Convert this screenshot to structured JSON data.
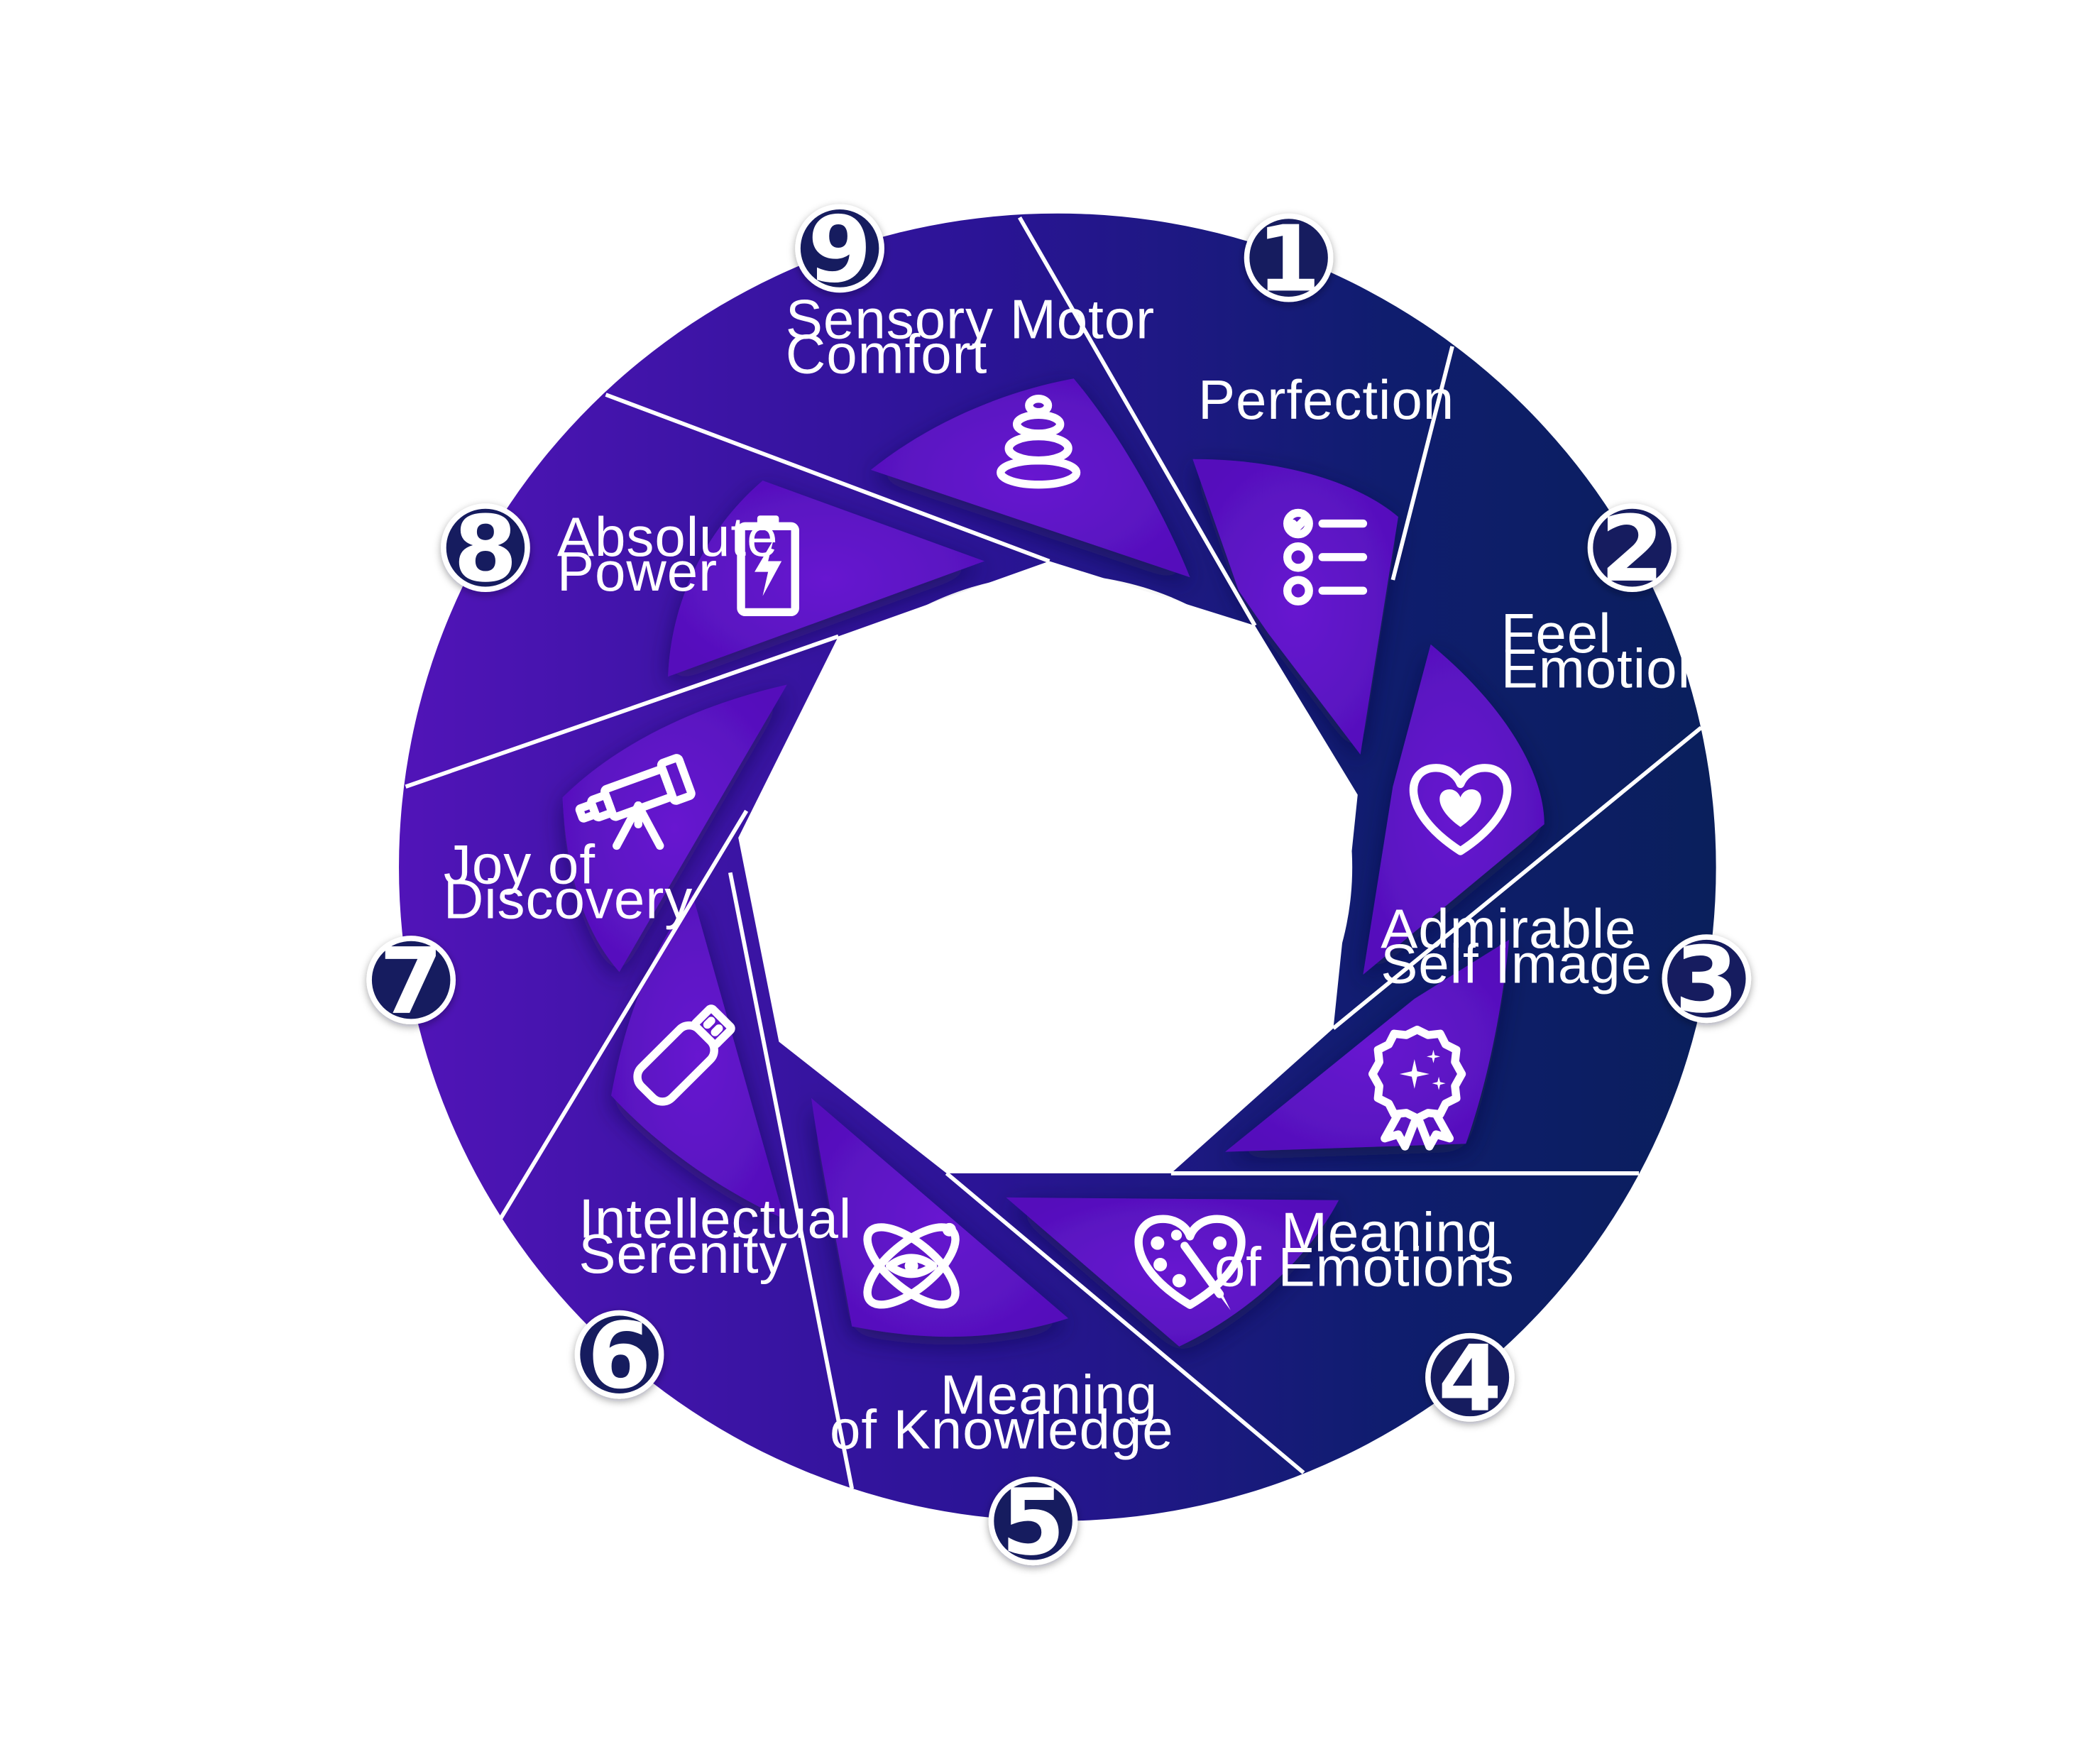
{
  "colors": {
    "background": "#ffffff",
    "ring_dark": "#0c1f66",
    "ring_mid": "#2a1495",
    "ring_light": "#4d14b4",
    "blade": "#5c12c6",
    "badge": "#161c5f"
  },
  "segments": [
    {
      "number": "1",
      "label_lines": [
        "Perfection"
      ],
      "icon": "checklist-icon"
    },
    {
      "number": "2",
      "label_lines": [
        "Feel",
        "Emotion"
      ],
      "icon": "heart-icon"
    },
    {
      "number": "3",
      "label_lines": [
        "Admirable",
        "Self Image"
      ],
      "icon": "award-ribbon-icon"
    },
    {
      "number": "4",
      "label_lines": [
        "Meaning",
        "of Emotions"
      ],
      "icon": "paint-palette-icon"
    },
    {
      "number": "5",
      "label_lines": [
        "Meaning",
        "of Knowledge"
      ],
      "icon": "atom-eye-icon"
    },
    {
      "number": "6",
      "label_lines": [
        "Intellectual",
        "Serenity"
      ],
      "icon": "usb-drive-icon"
    },
    {
      "number": "7",
      "label_lines": [
        "Joy of",
        "Discovery"
      ],
      "icon": "telescope-icon"
    },
    {
      "number": "8",
      "label_lines": [
        "Absolute",
        "Power"
      ],
      "icon": "battery-icon"
    },
    {
      "number": "9",
      "label_lines": [
        "Sensory Motor",
        "Comfort"
      ],
      "icon": "stacked-stones-icon"
    }
  ]
}
